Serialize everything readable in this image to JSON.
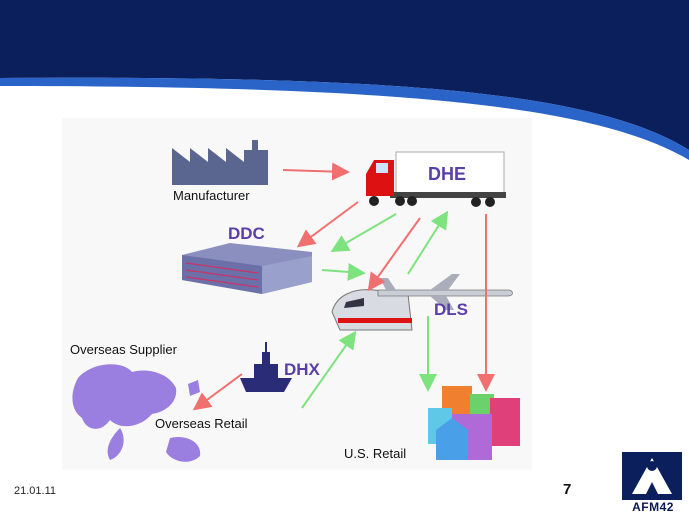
{
  "slide": {
    "date": "21.01.11",
    "page_number": "7",
    "logo_text": "AFM42"
  },
  "diagram": {
    "nodes": {
      "manufacturer": "Manufacturer",
      "dhe": "DHE",
      "ddc": "DDC",
      "dls": "DLS",
      "dhx": "DHX",
      "overseas_supplier": "Overseas Supplier",
      "overseas_retail": "Overseas Retail",
      "us_retail": "U.S. Retail"
    }
  },
  "colors": {
    "header_navy": "#0b1f5c",
    "header_accent": "#2a64c8",
    "flow_red": "#f07070",
    "flow_green": "#7ee27e",
    "label_purple": "#5a3fa8"
  }
}
